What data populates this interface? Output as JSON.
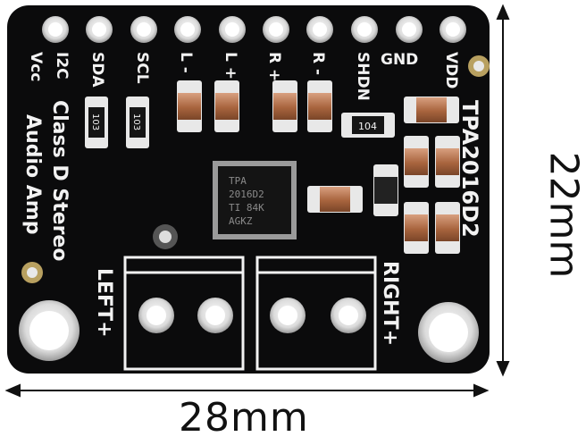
{
  "board": {
    "pins": [
      "Vcc",
      "I2C",
      "SDA",
      "SCL",
      "L -",
      "L +",
      "R +",
      "R -",
      "SHDN",
      "GND",
      "VDD"
    ],
    "title_lines": [
      "Class D Stereo",
      "Audio Amp"
    ],
    "part_name": "TPA2016D2",
    "chip_marking": [
      "TPA",
      "2016D2",
      "TI 84K",
      "AGKZ"
    ],
    "resistor_codes": [
      "103",
      "103",
      "104"
    ],
    "terminal_labels": [
      "LEFT+",
      "RIGHT+"
    ]
  },
  "dimensions": {
    "width": "28mm",
    "height": "22mm"
  },
  "colors": {
    "pcb": "#0b0b0c",
    "silkscreen": "#f2f2f2",
    "pad": "#e8e8e8",
    "cap": "#b0704a"
  }
}
